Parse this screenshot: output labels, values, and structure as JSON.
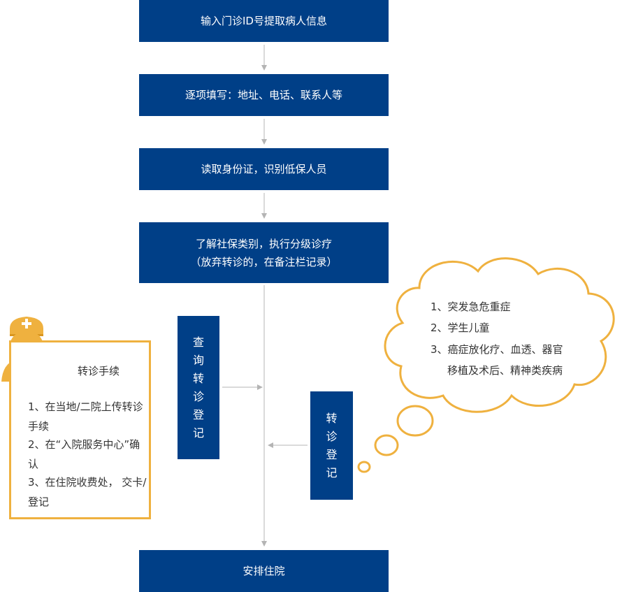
{
  "flow": {
    "step1": "输入门诊ID号提取病人信息",
    "step2": "逐项填写：地址、电话、联系人等",
    "step3": "读取身份证，识别低保人员",
    "step4_line1": "了解社保类别，执行分级诊疗",
    "step4_line2": "（放弃转诊的，在备注栏记录）",
    "step5": "安排住院"
  },
  "query_referral": [
    "查",
    "询",
    "转",
    "诊",
    "登",
    "记"
  ],
  "referral_register": [
    "转",
    "诊",
    "登",
    "记"
  ],
  "procedures": {
    "title": "转诊手续",
    "items": [
      "1、在当地/二院上传转诊手续",
      "2、在“入院服务中心”确认",
      "3、在住院收费处， 交卡/登记"
    ]
  },
  "priority": {
    "items": [
      "1、突发急危重症",
      "2、学生儿童",
      "3、癌症放化疗、血透、器官",
      "移植及术后、精神类疾病"
    ]
  },
  "colors": {
    "box": "#003f87",
    "accent": "#efb13f",
    "line": "#b4b4b4"
  }
}
